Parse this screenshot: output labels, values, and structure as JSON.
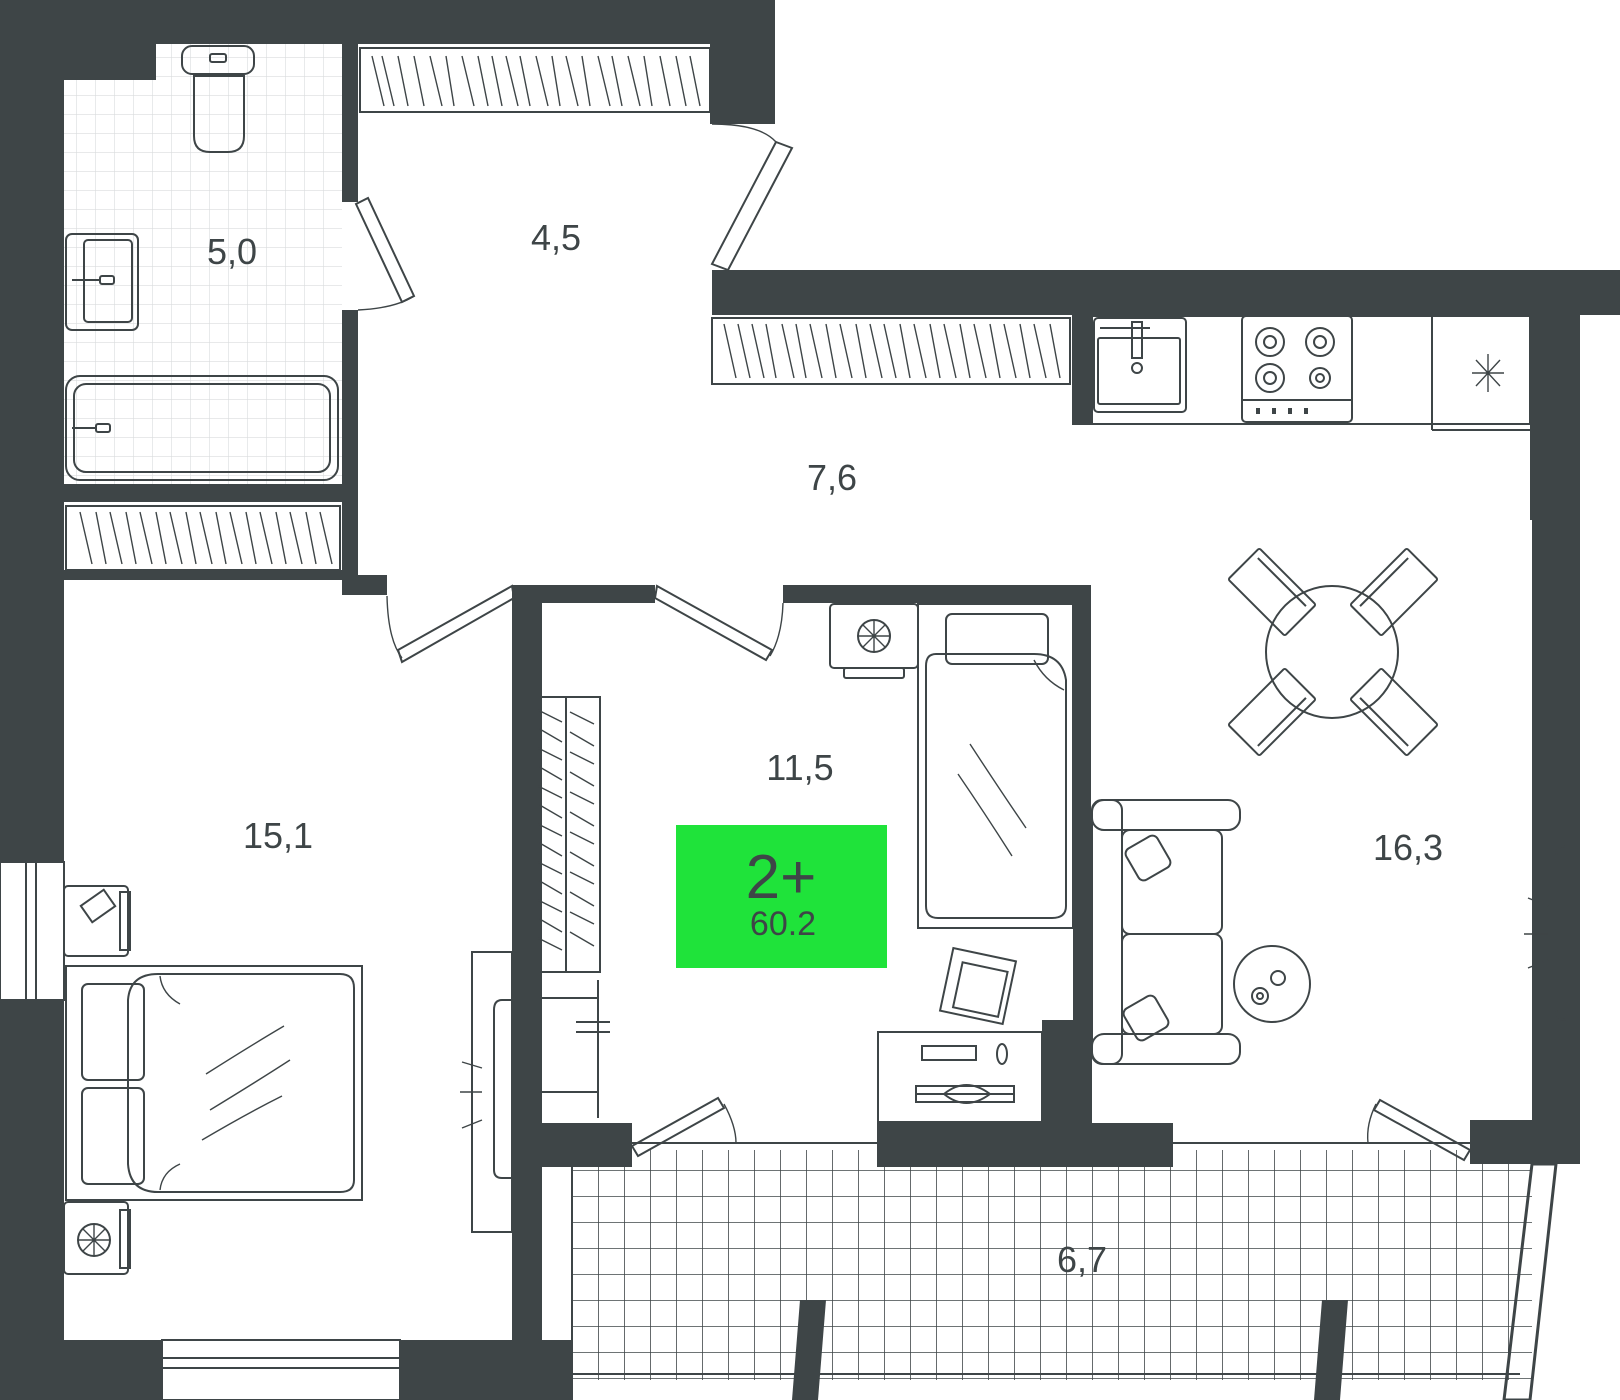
{
  "plan": {
    "badge": {
      "rooms": "2+",
      "total_area": "60.2",
      "color": "#1fe33a"
    },
    "wall_color": "#3e4547",
    "rooms": [
      {
        "id": "bathroom",
        "area": "5,0"
      },
      {
        "id": "hall",
        "area": "4,5"
      },
      {
        "id": "corridor",
        "area": "7,6"
      },
      {
        "id": "bedroom-small",
        "area": "11,5"
      },
      {
        "id": "bedroom-main",
        "area": "15,1"
      },
      {
        "id": "kitchen-living",
        "area": "16,3"
      },
      {
        "id": "balcony",
        "area": "6,7"
      }
    ]
  }
}
